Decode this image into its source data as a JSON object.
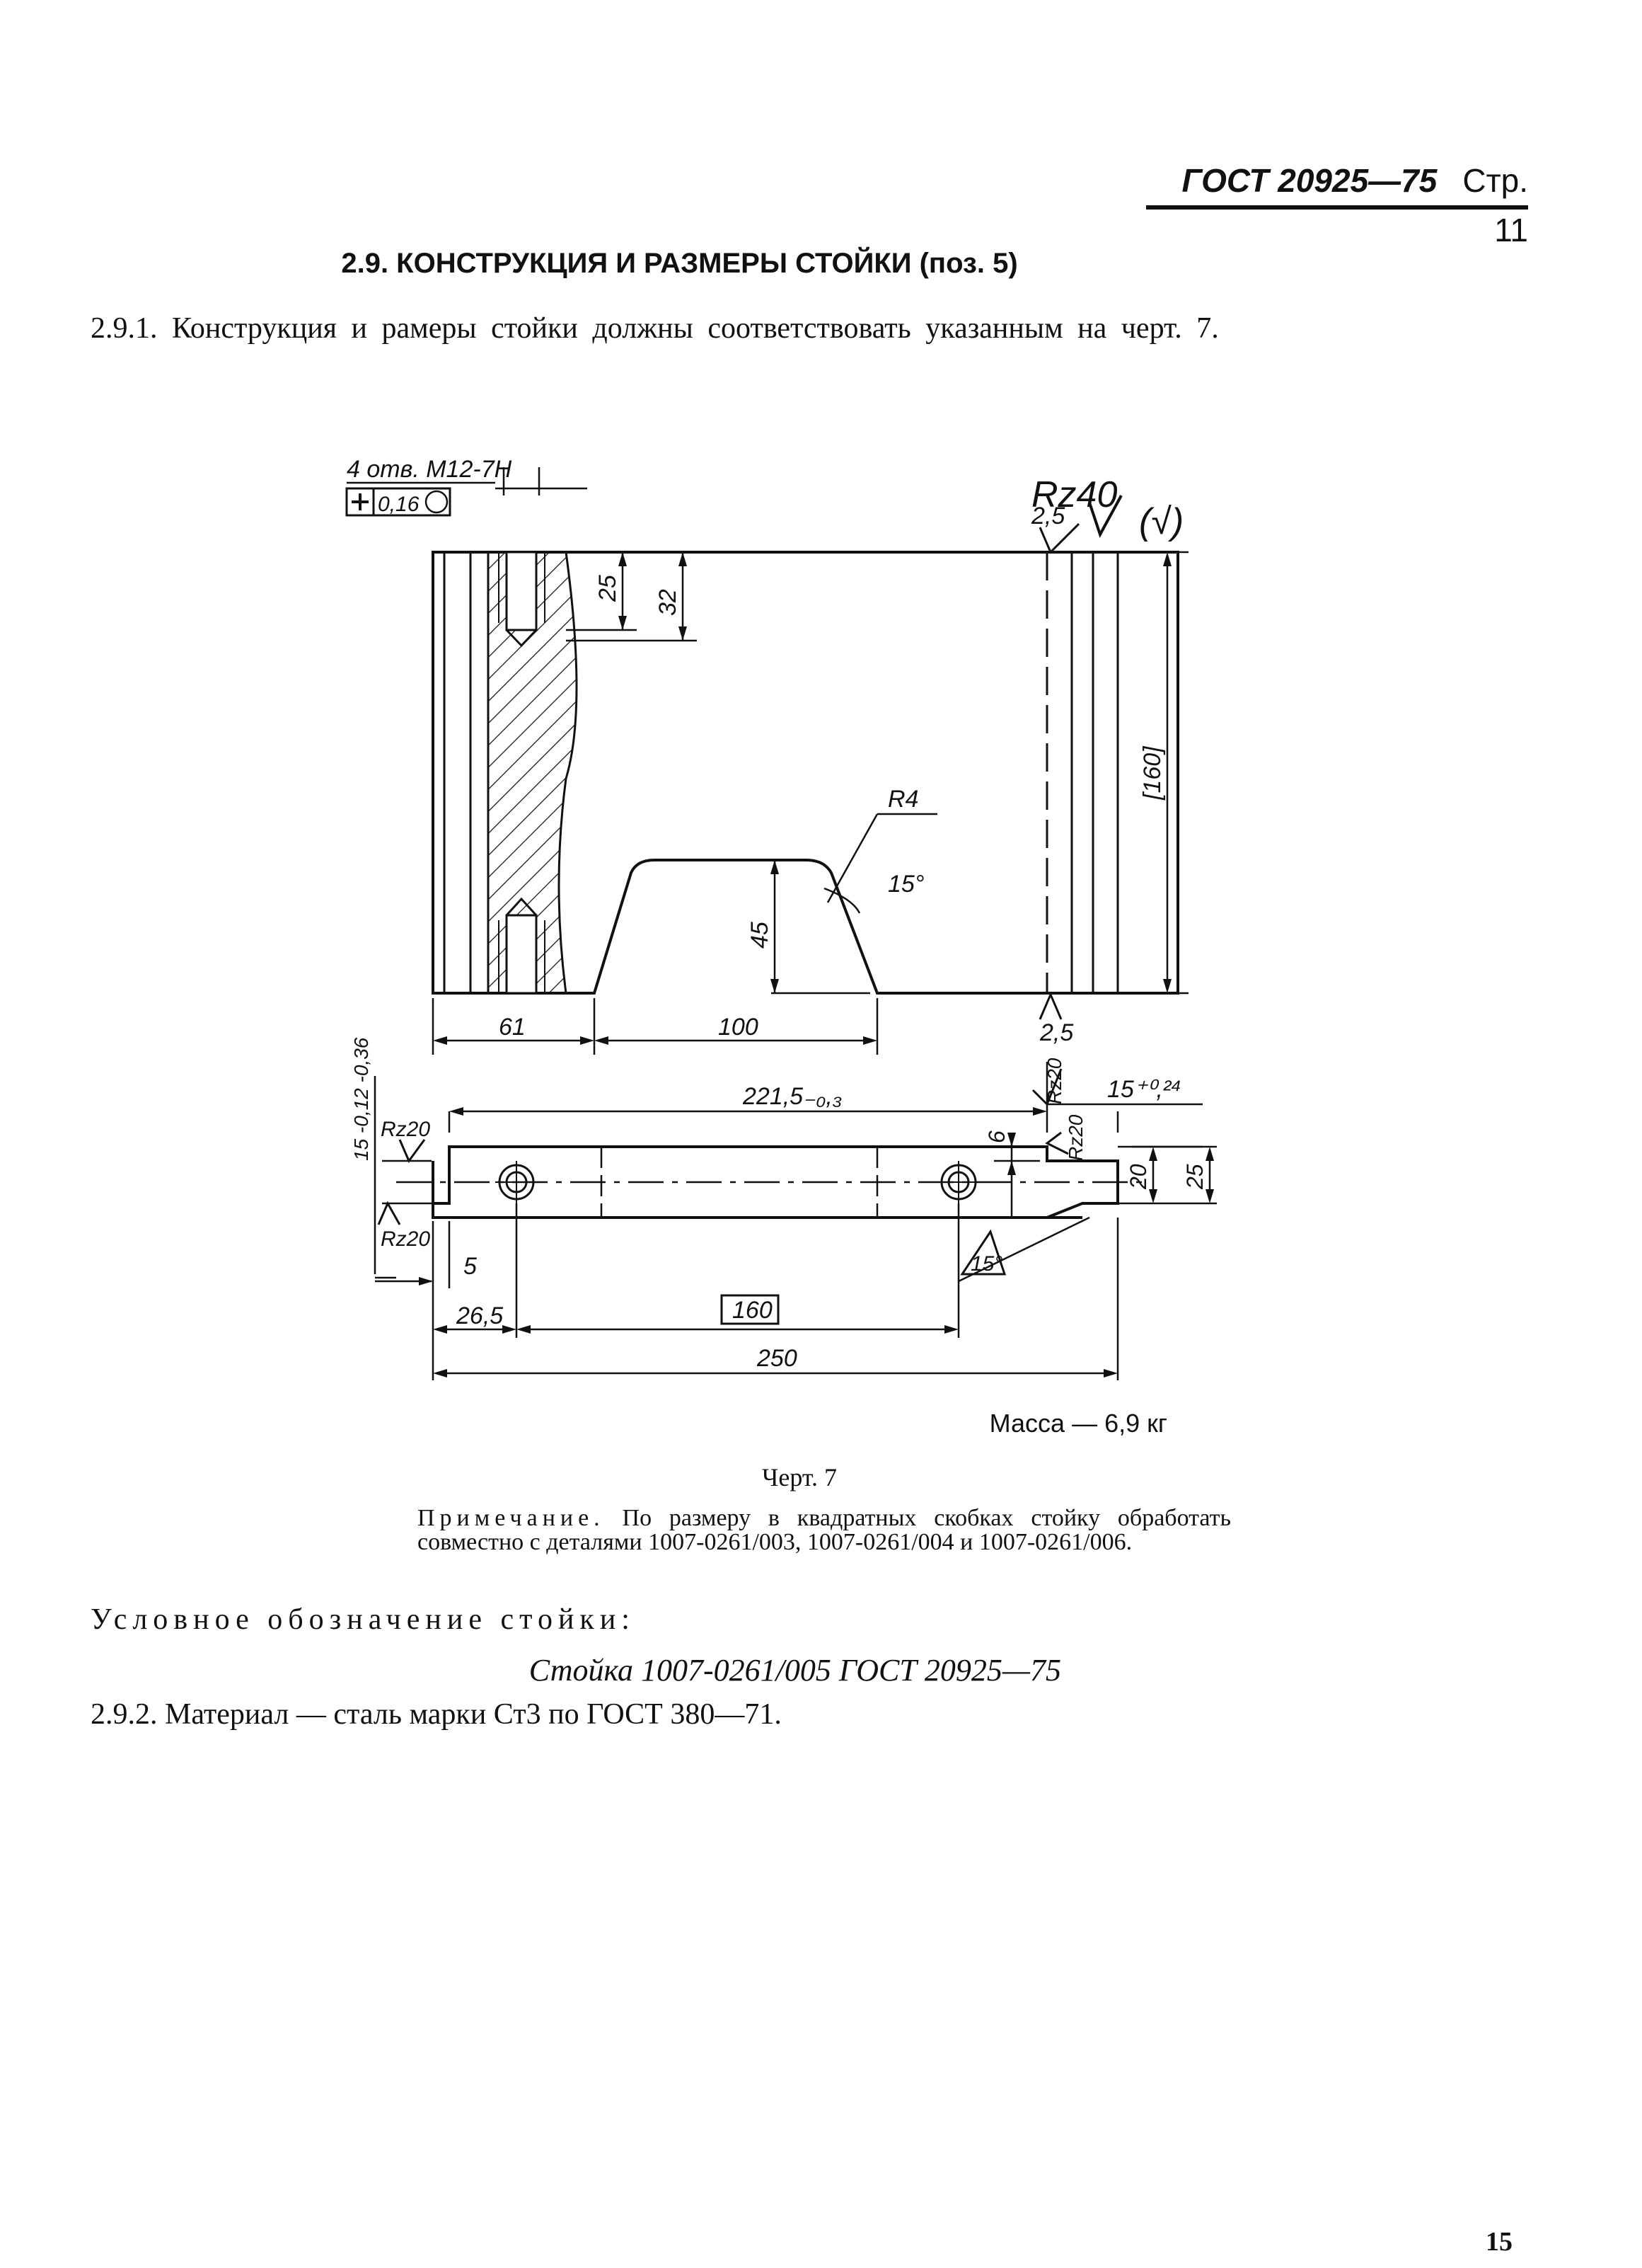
{
  "header": {
    "standard": "ГОСТ 20925—75",
    "page": "Стр. 11"
  },
  "section_title": "2.9. КОНСТРУКЦИЯ И РАЗМЕРЫ СТОЙКИ (поз. 5)",
  "para_1": "2.9.1. Конструкция и рамеры стойки должны соответствовать указанным на черт. 7.",
  "drawing": {
    "roughness_main": "Rz40",
    "roughness_other": "(√)",
    "thread_callout": "4 отв. М12-7Н",
    "position_tol": "0,16",
    "dims": {
      "d2_5_top": "2,5",
      "d25": "25",
      "d32": "32",
      "d160_bracket": "[160]",
      "r4": "R4",
      "angle_15_top": "15°",
      "d45": "45",
      "d61": "61",
      "d100": "100",
      "d2_5_bottom": "2,5",
      "d221_5": "221,5₋₀,₃",
      "d15_tol": "15⁺⁰,²⁴",
      "d15_minus": "15 -0,12 -0,36",
      "rz20": "Rz20",
      "d6": "6",
      "d20": "20",
      "d25_side": "25",
      "d5": "5",
      "d26_5": "26,5",
      "d160_box": "160",
      "angle_15_bottom": "15°",
      "d250": "250"
    }
  },
  "mass": "Масса — 6,9 кг",
  "figure_caption": "Черт. 7",
  "note": {
    "label": "Примечание.",
    "text": "По размеру в квадратных скобках стойку обработать совместно с деталями 1007-0261/003, 1007-0261/004 и 1007-0261/006."
  },
  "designation_label": "Условное обозначение стойки:",
  "designation": "Стойка 1007-0261/005 ГОСТ 20925—75",
  "para_2": "2.9.2. Материал — сталь марки Ст3 по ГОСТ 380—71.",
  "page_number": "15"
}
